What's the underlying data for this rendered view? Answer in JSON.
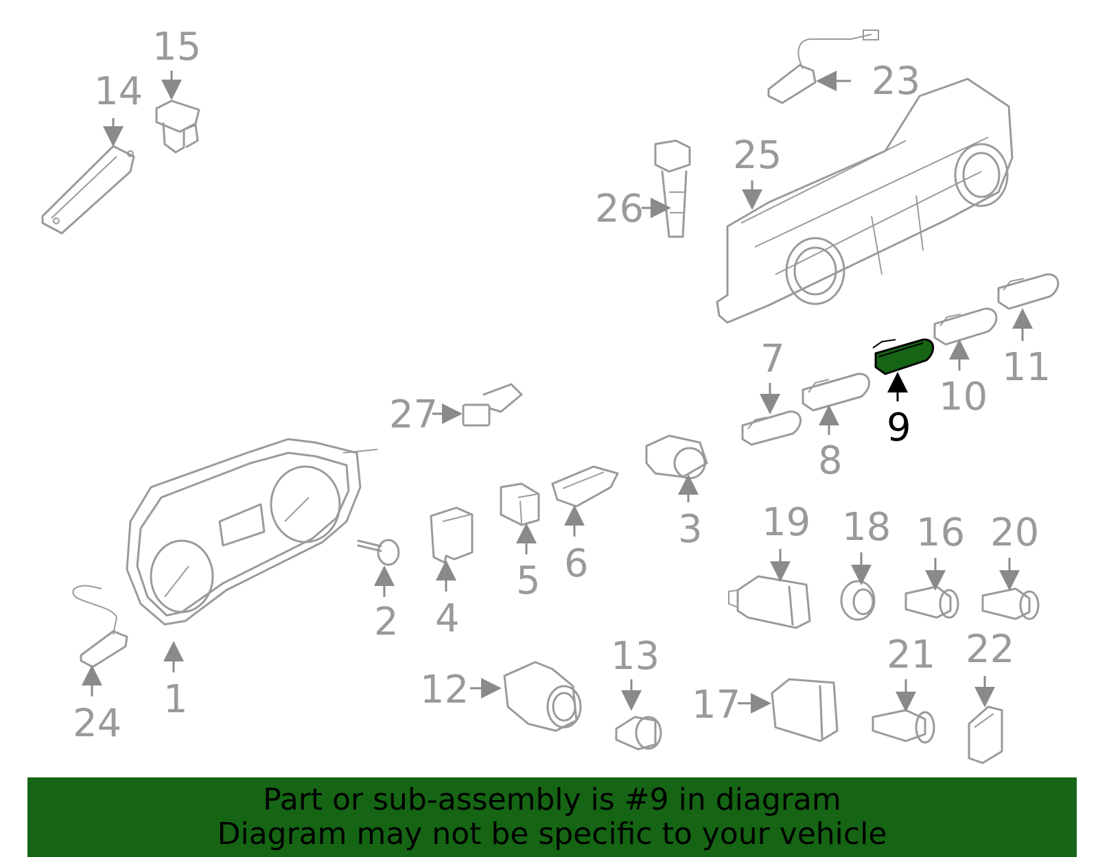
{
  "highlight": {
    "part": "9",
    "color": "#156514"
  },
  "callouts": [
    "1",
    "2",
    "3",
    "4",
    "5",
    "6",
    "7",
    "8",
    "9",
    "10",
    "11",
    "12",
    "13",
    "14",
    "15",
    "16",
    "17",
    "18",
    "19",
    "20",
    "21",
    "22",
    "23",
    "24",
    "25",
    "26",
    "27"
  ],
  "banner": {
    "line1": "Part or sub-assembly is #9 in diagram",
    "line2": "Diagram may not be specific to your vehicle",
    "background": "#156514"
  }
}
